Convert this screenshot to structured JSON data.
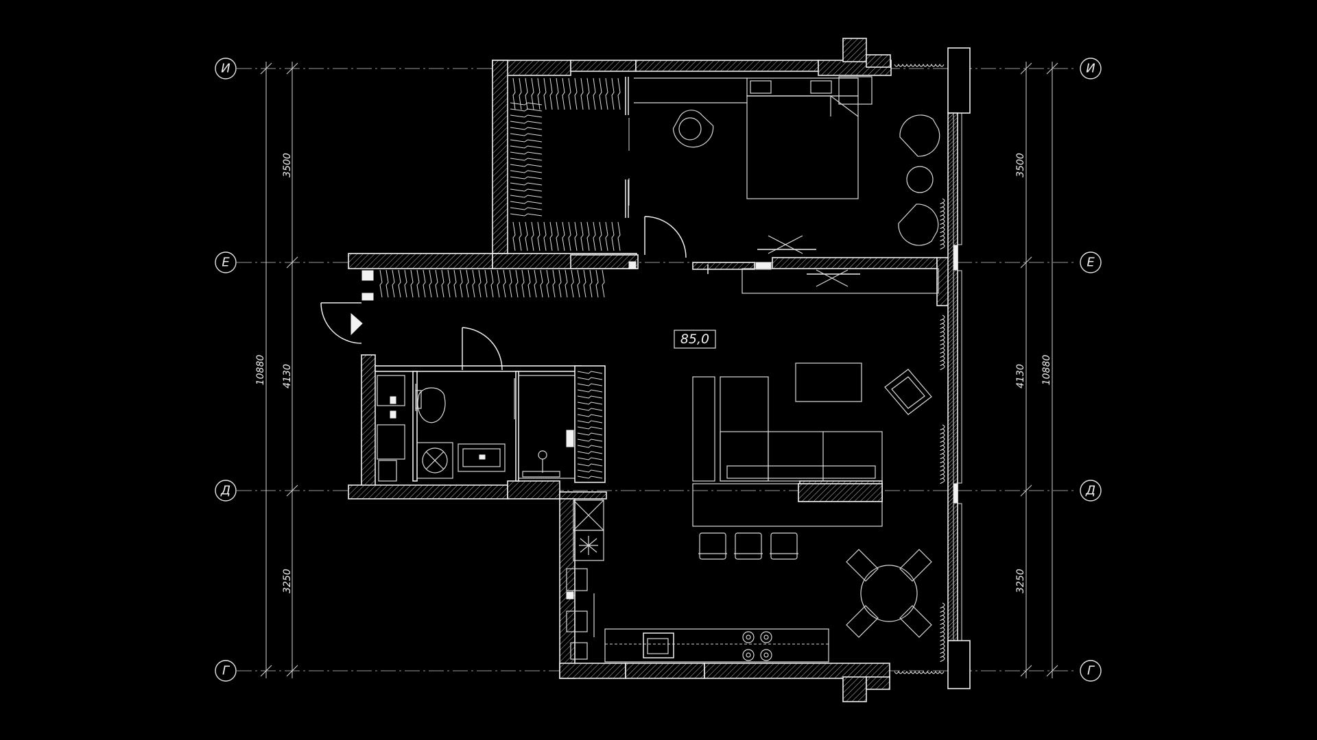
{
  "axes": {
    "rows": [
      "И",
      "Е",
      "Д",
      "Г"
    ]
  },
  "dimensions": {
    "left_total": "10880",
    "left_segments": [
      "3500",
      "4130",
      "3250"
    ],
    "right_total": "10880",
    "right_segments": [
      "3500",
      "4130",
      "3250"
    ]
  },
  "room_area": "85,0"
}
